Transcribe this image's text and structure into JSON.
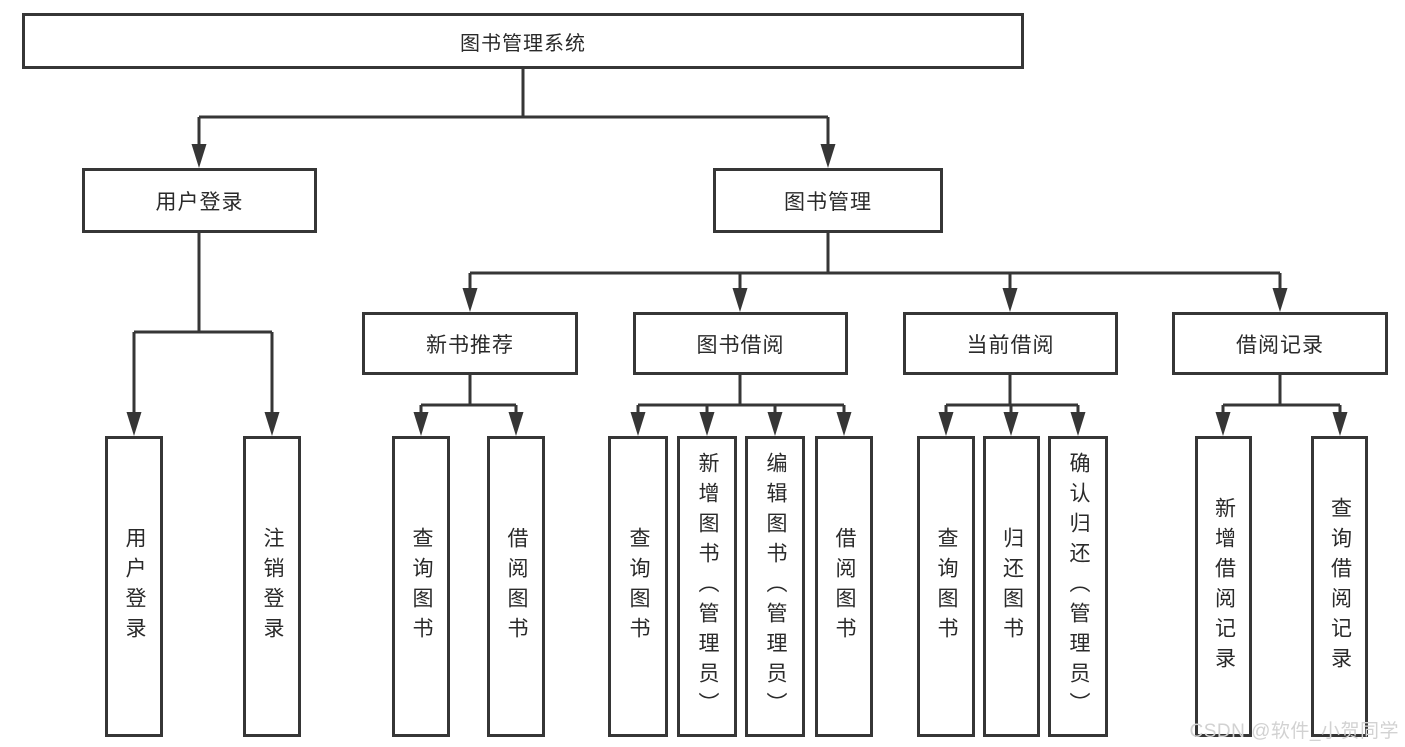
{
  "tree": {
    "root": {
      "label": "图书管理系统",
      "children": [
        {
          "label": "用户登录",
          "children": [
            {
              "label": "用户登录"
            },
            {
              "label": "注销登录"
            }
          ]
        },
        {
          "label": "图书管理",
          "children": [
            {
              "label": "新书推荐",
              "children": [
                {
                  "label": "查询图书"
                },
                {
                  "label": "借阅图书"
                }
              ]
            },
            {
              "label": "图书借阅",
              "children": [
                {
                  "label": "查询图书"
                },
                {
                  "label": "新增图书（管理员）"
                },
                {
                  "label": "编辑图书（管理员）"
                },
                {
                  "label": "借阅图书"
                }
              ]
            },
            {
              "label": "当前借阅",
              "children": [
                {
                  "label": "查询图书"
                },
                {
                  "label": "归还图书"
                },
                {
                  "label": "确认归还（管理员）"
                }
              ]
            },
            {
              "label": "借阅记录",
              "children": [
                {
                  "label": "新增借阅记录"
                },
                {
                  "label": "查询借阅记录"
                }
              ]
            }
          ]
        }
      ]
    }
  },
  "watermark": {
    "text": "CSDN @软件_小贺同学"
  },
  "colors": {
    "line": "#363636",
    "box_border": "#363636",
    "text": "#2a2a2a",
    "watermark": "#d2d2d2",
    "background": "#ffffff"
  }
}
